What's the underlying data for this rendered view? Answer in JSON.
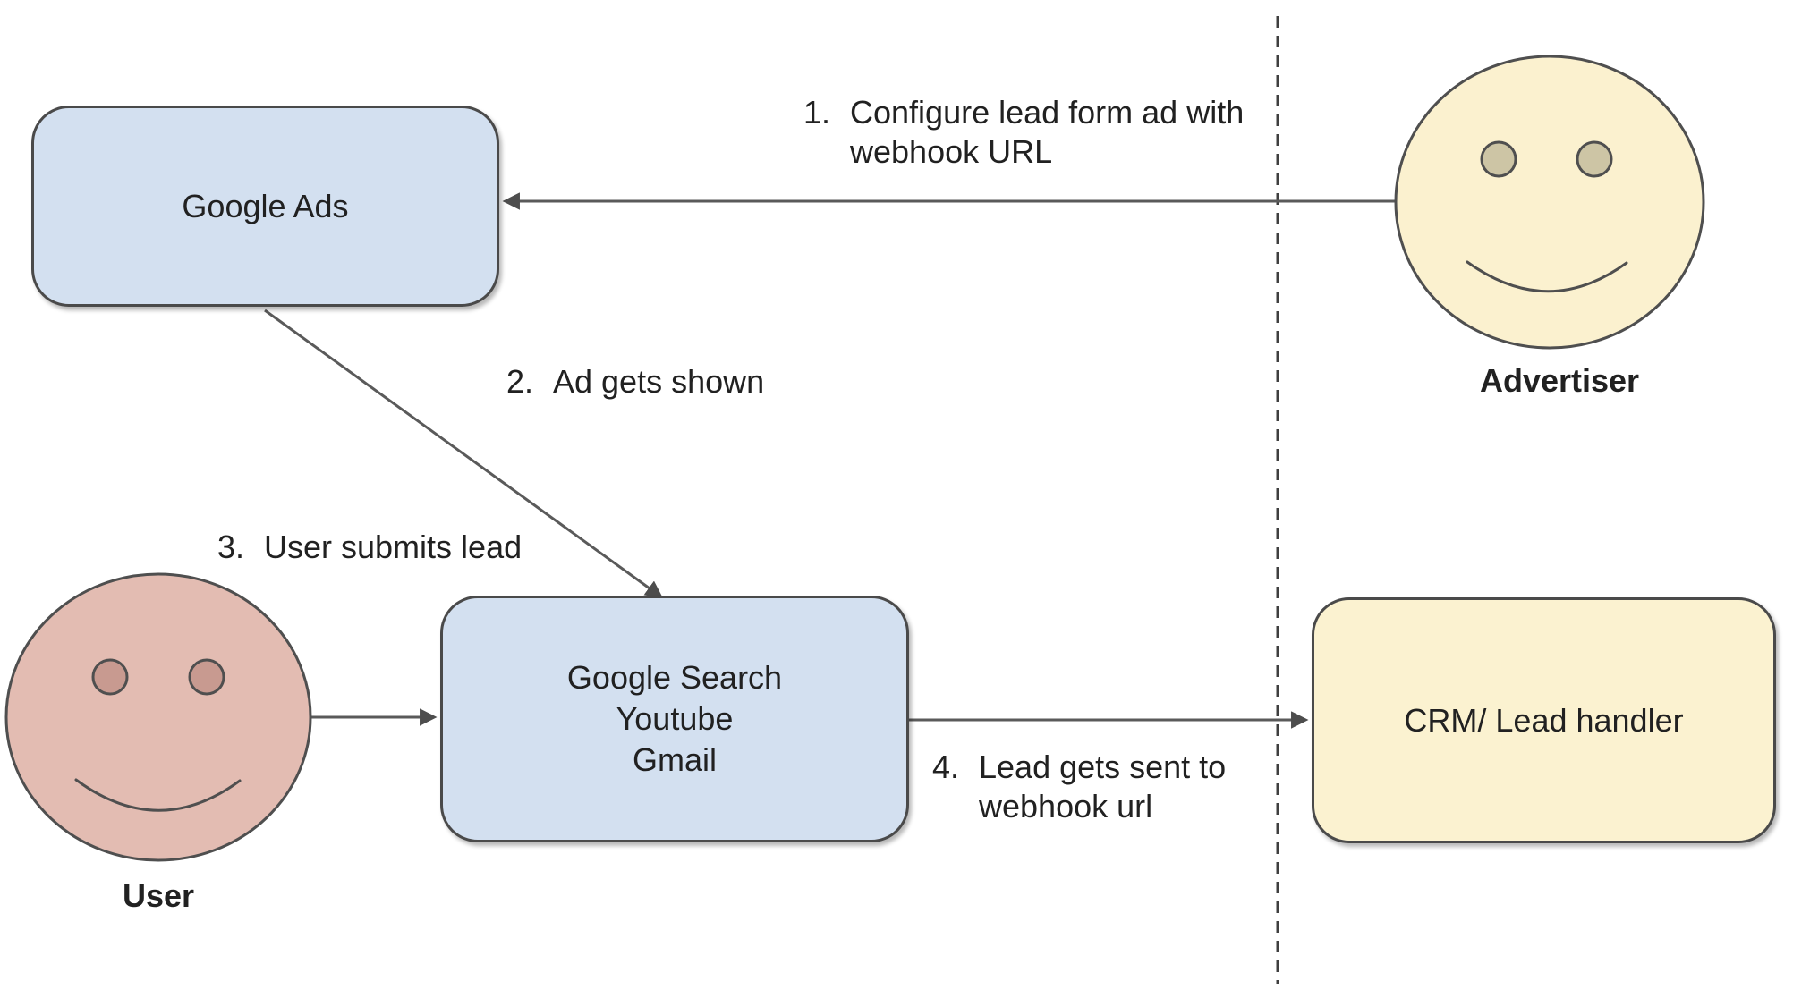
{
  "canvas": {
    "background": "#ffffff"
  },
  "colors": {
    "node_blue_fill": "#d3e0f0",
    "node_yellow_fill": "#fbf2d0",
    "node_border": "#4a4a4a",
    "connector": "#5a5a5a",
    "arrowhead": "#4d4d4d",
    "separator": "#3f3f3f",
    "user_face_fill": "#e3bcb2",
    "user_eye_fill": "#c89a90",
    "advertiser_face_fill": "#fbf1cf",
    "advertiser_eye_fill": "#cdc5a5",
    "face_stroke": "#4f4f4f",
    "text": "#212121"
  },
  "nodes": {
    "google_ads": {
      "label": "Google Ads"
    },
    "google_surfaces": {
      "lines": [
        "Google Search",
        "Youtube",
        "Gmail"
      ]
    },
    "crm": {
      "label": "CRM/ Lead handler"
    }
  },
  "actors": {
    "advertiser": {
      "label": "Advertiser"
    },
    "user": {
      "label": "User"
    }
  },
  "steps": [
    {
      "number": "1.",
      "lines": [
        "Configure lead form ad with",
        "webhook URL"
      ]
    },
    {
      "number": "2.",
      "lines": [
        "Ad gets shown"
      ]
    },
    {
      "number": "3.",
      "lines": [
        "User submits lead"
      ]
    },
    {
      "number": "4.",
      "lines": [
        "Lead gets sent to",
        "webhook url"
      ]
    }
  ]
}
